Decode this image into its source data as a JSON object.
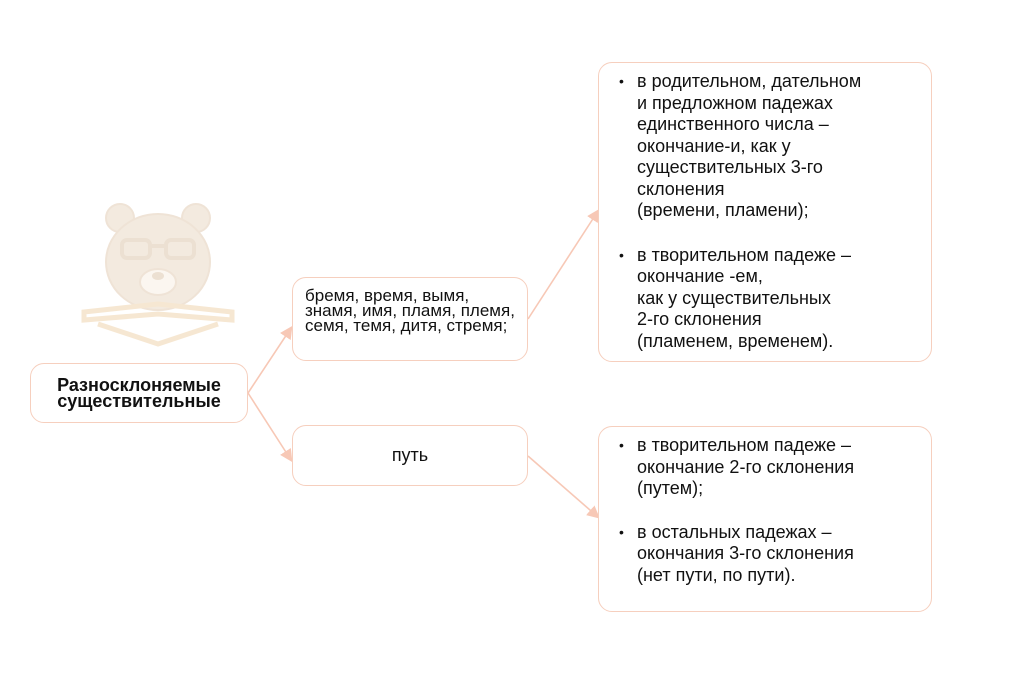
{
  "diagram": {
    "colors": {
      "border": "#f6cfbe",
      "arrow": "#f7c8b6",
      "mascot": "#f3eadf"
    },
    "root": {
      "label": "Разносклоняемые\nсуществительные"
    },
    "branches": [
      {
        "label": "бремя, время, вымя, знамя, имя, пламя, племя, семя, темя, дитя, стремя;",
        "details": [
          "в родительном, дательном\nи предложном падежах\nединственного числа –\nокончание-и, как у\nсуществительных 3-го\nсклонения\n(времени, пламени);",
          "в творительном падеже –\nокончание -ем,\nкак у существительных\n2-го склонения\n(пламенем, временем)."
        ]
      },
      {
        "label": "путь",
        "details": [
          "в творительном падеже –\nокончание 2-го склонения\n(путем);",
          "в остальных падежах –\nокончания 3-го склонения\n(нет пути, по пути)."
        ]
      }
    ],
    "mascot_icon": "bear-with-glasses-and-book-icon"
  }
}
